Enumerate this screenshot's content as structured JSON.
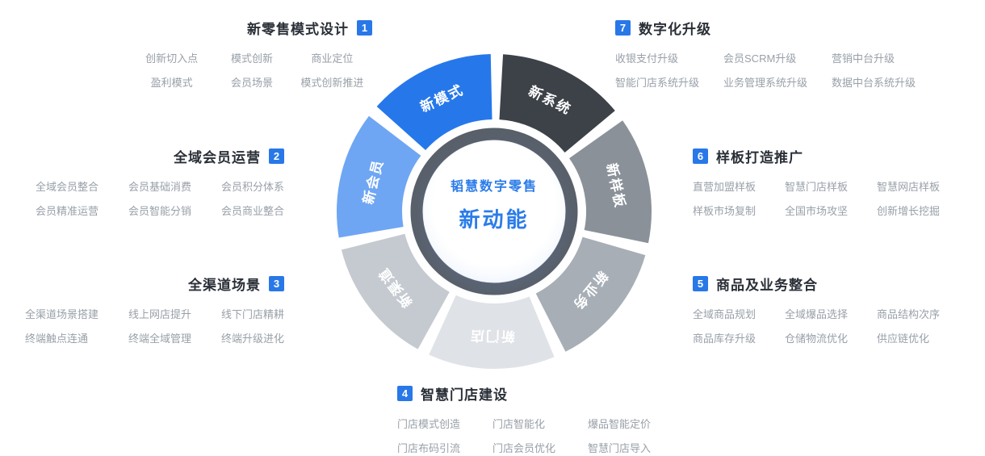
{
  "colors": {
    "accent": "#2878e8",
    "center_text": "#2b7ce9",
    "heading": "#2a2f37",
    "item_text": "#99a0a8"
  },
  "center": {
    "line1": "韬慧数字零售",
    "line2": "新动能"
  },
  "wheel": {
    "ring_color": "#59606a",
    "segments": [
      {
        "label": "新系统",
        "color": "#3d4249"
      },
      {
        "label": "新样板",
        "color": "#8a9199"
      },
      {
        "label": "新业务",
        "color": "#a7aeb6"
      },
      {
        "label": "新门店",
        "color": "#dfe2e7"
      },
      {
        "label": "新渠道",
        "color": "#c5cad1"
      },
      {
        "label": "新会员",
        "color": "#6ea6f3"
      },
      {
        "label": "新模式",
        "color": "#2678ea"
      }
    ]
  },
  "groups": [
    {
      "number": "1",
      "title": "新零售模式设计",
      "items": [
        "创新切入点",
        "模式创新",
        "商业定位",
        "盈利模式",
        "会员场景",
        "模式创新推进"
      ]
    },
    {
      "number": "2",
      "title": "全域会员运营",
      "items": [
        "全域会员整合",
        "会员基础消费",
        "会员积分体系",
        "会员精准运营",
        "会员智能分销",
        "会员商业整合"
      ]
    },
    {
      "number": "3",
      "title": "全渠道场景",
      "items": [
        "全渠道场景搭建",
        "线上网店提升",
        "线下门店精耕",
        "终端触点连通",
        "终端全域管理",
        "终端升级进化"
      ]
    },
    {
      "number": "4",
      "title": "智慧门店建设",
      "items": [
        "门店模式创造",
        "门店智能化",
        "爆品智能定价",
        "门店布码引流",
        "门店会员优化",
        "智慧门店导入"
      ]
    },
    {
      "number": "5",
      "title": "商品及业务整合",
      "items": [
        "全域商品规划",
        "全域爆品选择",
        "商品结构次序",
        "商品库存升级",
        "仓储物流优化",
        "供应链优化"
      ]
    },
    {
      "number": "6",
      "title": "样板打造推广",
      "items": [
        "直营加盟样板",
        "智慧门店样板",
        "智慧网店样板",
        "样板市场复制",
        "全国市场攻坚",
        "创新增长挖掘"
      ]
    },
    {
      "number": "7",
      "title": "数字化升级",
      "items": [
        "收银支付升级",
        "会员SCRM升级",
        "营销中台升级",
        "智能门店系统升级",
        "业务管理系统升级",
        "数据中台系统升级"
      ]
    }
  ]
}
